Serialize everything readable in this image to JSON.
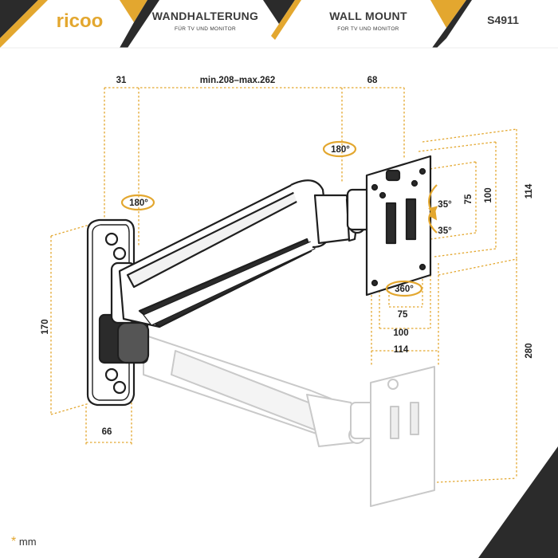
{
  "header": {
    "logo_text": "ricoo",
    "title_de": "WANDHALTERUNG",
    "subtitle_de": "FÜR TV UND MONITOR",
    "title_en": "WALL MOUNT",
    "subtitle_en": "FOR TV UND MONITOR",
    "model": "S4911"
  },
  "dimensions": {
    "top_left": "31",
    "top_middle": "min.208–max.262",
    "top_right": "68",
    "wall_plate_height": "170",
    "wall_plate_width": "66",
    "vesa_75": "75",
    "vesa_100": "100",
    "vesa_114": "114",
    "right_100": "100",
    "right_75": "75",
    "right_114": "114",
    "total_height": "280"
  },
  "rotations": {
    "arm_joint": "180°",
    "head_joint": "180°",
    "tilt_up": "35°",
    "tilt_down": "35°",
    "swivel": "360°"
  },
  "unit_note": {
    "star": "*",
    "unit": "mm"
  },
  "colors": {
    "accent": "#e3a72f",
    "dark": "#2b2b2b",
    "line": "#1f1f1f",
    "ghost": "#c8c8c8"
  }
}
